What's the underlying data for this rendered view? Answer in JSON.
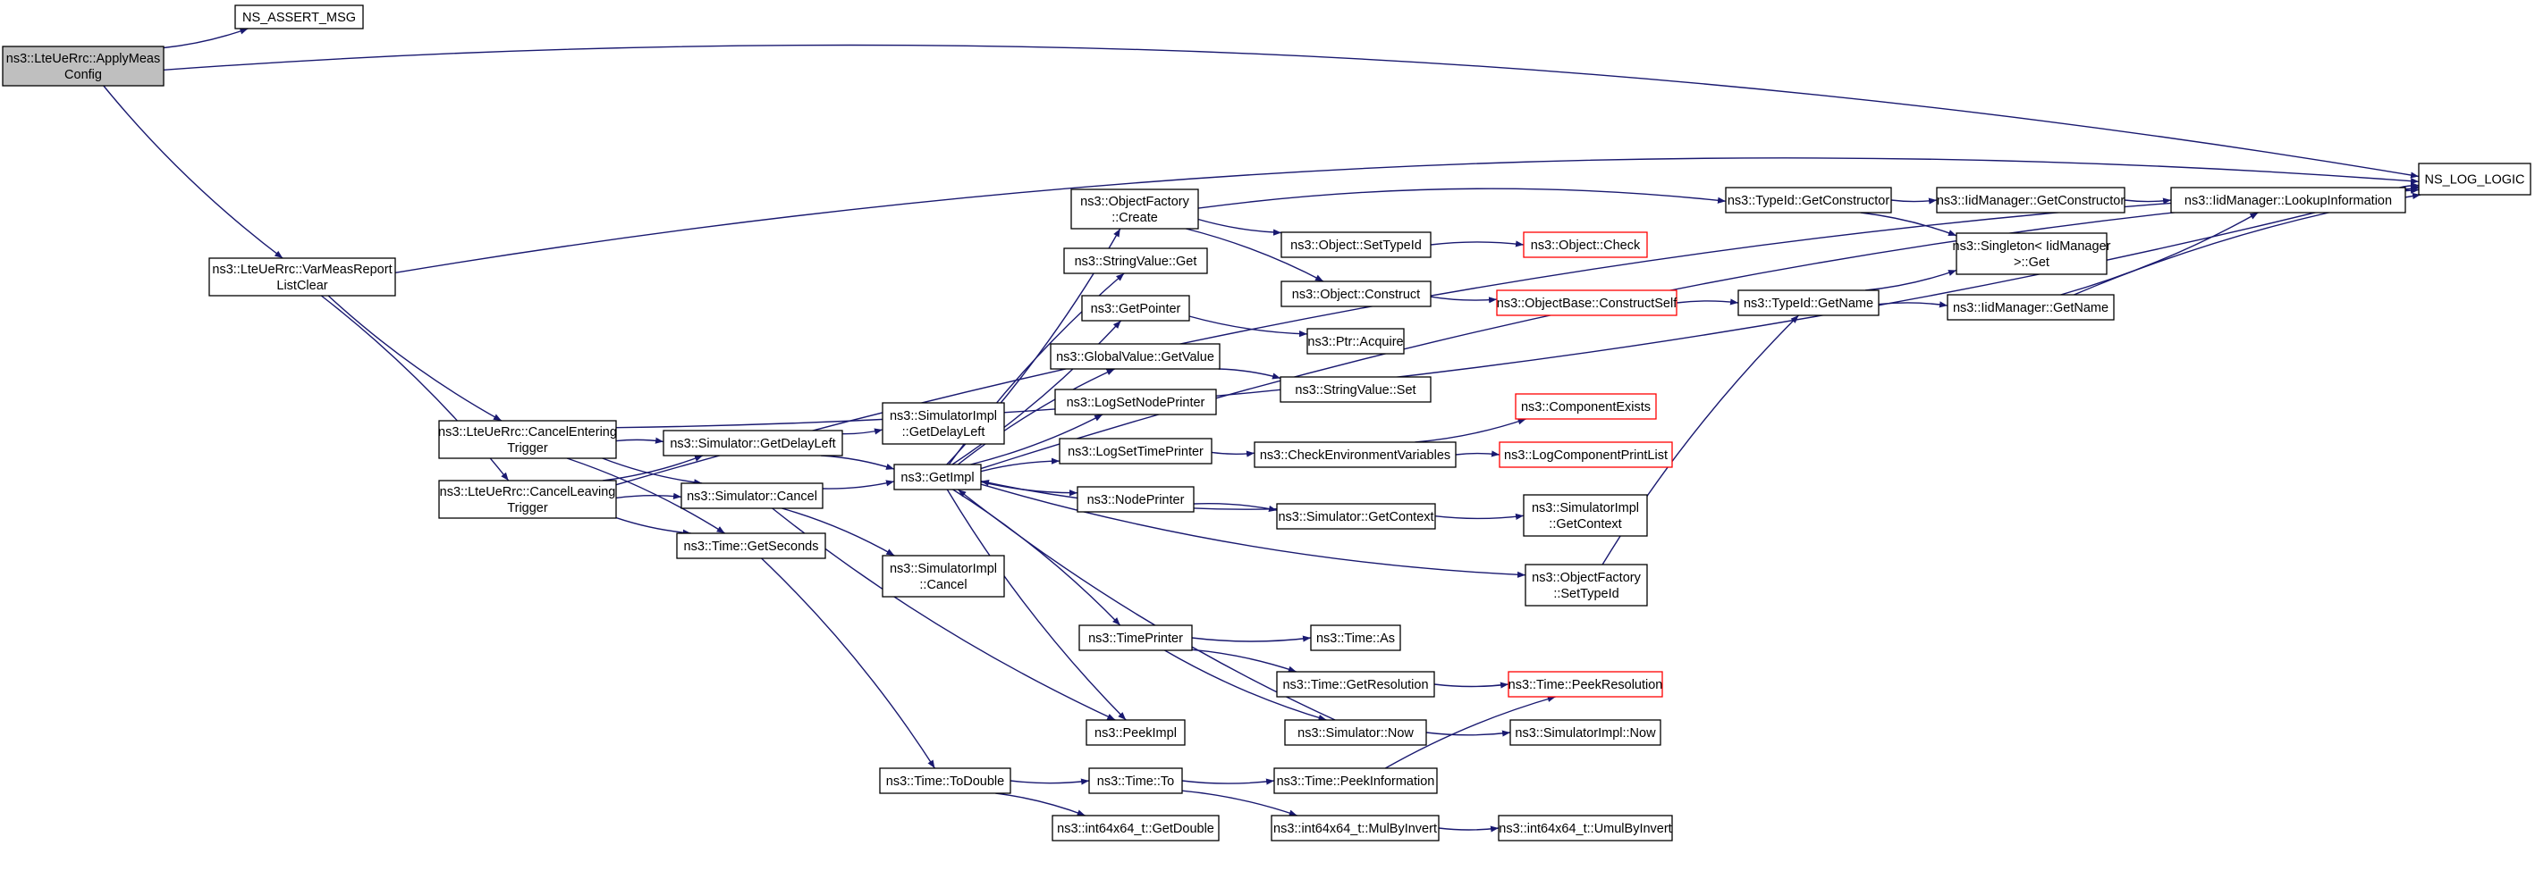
{
  "colors": {
    "edge": "#191970",
    "node_border": "#000000",
    "node_border_truncated": "#ff0000",
    "node_fill": "#ffffff",
    "root_fill": "#bfbfbf",
    "text": "#000000"
  },
  "nodes": [
    {
      "id": "apply",
      "lines": [
        "ns3::LteUeRrc::ApplyMeas",
        "Config"
      ],
      "root": true
    },
    {
      "id": "assert",
      "lines": [
        "NS_ASSERT_MSG"
      ]
    },
    {
      "id": "log",
      "lines": [
        "NS_LOG_LOGIC"
      ]
    },
    {
      "id": "varmeas",
      "lines": [
        "ns3::LteUeRrc::VarMeasReport",
        "ListClear"
      ]
    },
    {
      "id": "cancelEnter",
      "lines": [
        "ns3::LteUeRrc::CancelEntering",
        "Trigger"
      ]
    },
    {
      "id": "cancelLeave",
      "lines": [
        "ns3::LteUeRrc::CancelLeaving",
        "Trigger"
      ]
    },
    {
      "id": "getDelayLeft",
      "lines": [
        "ns3::Simulator::GetDelayLeft"
      ]
    },
    {
      "id": "simCancel",
      "lines": [
        "ns3::Simulator::Cancel"
      ]
    },
    {
      "id": "getSeconds",
      "lines": [
        "ns3::Time::GetSeconds"
      ]
    },
    {
      "id": "implDelay",
      "lines": [
        "ns3::SimulatorImpl",
        "::GetDelayLeft"
      ]
    },
    {
      "id": "getImpl",
      "lines": [
        "ns3::GetImpl"
      ]
    },
    {
      "id": "implCancel",
      "lines": [
        "ns3::SimulatorImpl",
        "::Cancel"
      ]
    },
    {
      "id": "toDouble",
      "lines": [
        "ns3::Time::ToDouble"
      ]
    },
    {
      "id": "factCreate",
      "lines": [
        "ns3::ObjectFactory",
        "::Create"
      ]
    },
    {
      "id": "strGet",
      "lines": [
        "ns3::StringValue::Get"
      ]
    },
    {
      "id": "getPointer",
      "lines": [
        "ns3::GetPointer"
      ]
    },
    {
      "id": "globalGet",
      "lines": [
        "ns3::GlobalValue::GetValue"
      ]
    },
    {
      "id": "logNode",
      "lines": [
        "ns3::LogSetNodePrinter"
      ]
    },
    {
      "id": "logTime",
      "lines": [
        "ns3::LogSetTimePrinter"
      ]
    },
    {
      "id": "nodePrinter",
      "lines": [
        "ns3::NodePrinter"
      ]
    },
    {
      "id": "timePrinter",
      "lines": [
        "ns3::TimePrinter"
      ]
    },
    {
      "id": "peekImpl",
      "lines": [
        "ns3::PeekImpl"
      ]
    },
    {
      "id": "timeTo",
      "lines": [
        "ns3::Time::To"
      ]
    },
    {
      "id": "getDouble",
      "lines": [
        "ns3::int64x64_t::GetDouble"
      ]
    },
    {
      "id": "setTypeId",
      "lines": [
        "ns3::Object::SetTypeId"
      ]
    },
    {
      "id": "objConstruct",
      "lines": [
        "ns3::Object::Construct"
      ]
    },
    {
      "id": "ptrAcquire",
      "lines": [
        "ns3::Ptr::Acquire"
      ]
    },
    {
      "id": "strSet",
      "lines": [
        "ns3::StringValue::Set"
      ]
    },
    {
      "id": "checkEnv",
      "lines": [
        "ns3::CheckEnvironmentVariables"
      ]
    },
    {
      "id": "getContext",
      "lines": [
        "ns3::Simulator::GetContext"
      ]
    },
    {
      "id": "timeAs",
      "lines": [
        "ns3::Time::As"
      ]
    },
    {
      "id": "getRes",
      "lines": [
        "ns3::Time::GetResolution"
      ]
    },
    {
      "id": "simNow",
      "lines": [
        "ns3::Simulator::Now"
      ]
    },
    {
      "id": "peekInfo",
      "lines": [
        "ns3::Time::PeekInformation"
      ]
    },
    {
      "id": "mulByInv",
      "lines": [
        "ns3::int64x64_t::MulByInvert"
      ]
    },
    {
      "id": "objCheck",
      "lines": [
        "ns3::Object::Check"
      ],
      "truncated": true
    },
    {
      "id": "constructSelf",
      "lines": [
        "ns3::ObjectBase::ConstructSelf"
      ],
      "truncated": true
    },
    {
      "id": "compExists",
      "lines": [
        "ns3::ComponentExists"
      ],
      "truncated": true
    },
    {
      "id": "logCompPrint",
      "lines": [
        "ns3::LogComponentPrintList"
      ],
      "truncated": true
    },
    {
      "id": "implContext",
      "lines": [
        "ns3::SimulatorImpl",
        "::GetContext"
      ]
    },
    {
      "id": "factSetTypeId",
      "lines": [
        "ns3::ObjectFactory",
        "::SetTypeId"
      ]
    },
    {
      "id": "peekRes",
      "lines": [
        "ns3::Time::PeekResolution"
      ],
      "truncated": true
    },
    {
      "id": "implNow",
      "lines": [
        "ns3::SimulatorImpl::Now"
      ]
    },
    {
      "id": "umulByInv",
      "lines": [
        "ns3::int64x64_t::UmulByInvert"
      ]
    },
    {
      "id": "typeGetCtor",
      "lines": [
        "ns3::TypeId::GetConstructor"
      ]
    },
    {
      "id": "typeGetName",
      "lines": [
        "ns3::TypeId::GetName"
      ]
    },
    {
      "id": "iidGetCtor",
      "lines": [
        "ns3::IidManager::GetConstructor"
      ]
    },
    {
      "id": "singletonGet",
      "lines": [
        "ns3::Singleton< IidManager",
        ">::Get"
      ]
    },
    {
      "id": "iidGetName",
      "lines": [
        "ns3::IidManager::GetName"
      ]
    },
    {
      "id": "iidLookup",
      "lines": [
        "ns3::IidManager::LookupInformation"
      ]
    }
  ],
  "edges": [
    [
      "apply",
      "assert"
    ],
    [
      "apply",
      "log"
    ],
    [
      "apply",
      "varmeas"
    ],
    [
      "varmeas",
      "log"
    ],
    [
      "varmeas",
      "cancelEnter"
    ],
    [
      "varmeas",
      "cancelLeave"
    ],
    [
      "cancelEnter",
      "log"
    ],
    [
      "cancelEnter",
      "getDelayLeft"
    ],
    [
      "cancelEnter",
      "simCancel"
    ],
    [
      "cancelEnter",
      "getSeconds"
    ],
    [
      "cancelLeave",
      "getDelayLeft"
    ],
    [
      "cancelLeave",
      "simCancel"
    ],
    [
      "cancelLeave",
      "getSeconds"
    ],
    [
      "cancelLeave",
      "log"
    ],
    [
      "getDelayLeft",
      "implDelay"
    ],
    [
      "getDelayLeft",
      "getImpl"
    ],
    [
      "simCancel",
      "getImpl"
    ],
    [
      "simCancel",
      "implCancel"
    ],
    [
      "simCancel",
      "peekImpl"
    ],
    [
      "getSeconds",
      "toDouble"
    ],
    [
      "getImpl",
      "factCreate"
    ],
    [
      "getImpl",
      "strGet"
    ],
    [
      "getImpl",
      "getPointer"
    ],
    [
      "getImpl",
      "globalGet"
    ],
    [
      "getImpl",
      "logNode"
    ],
    [
      "getImpl",
      "logTime"
    ],
    [
      "getImpl",
      "nodePrinter"
    ],
    [
      "getImpl",
      "timePrinter"
    ],
    [
      "getImpl",
      "peekImpl"
    ],
    [
      "getImpl",
      "log"
    ],
    [
      "getImpl",
      "factSetTypeId"
    ],
    [
      "factCreate",
      "typeGetCtor"
    ],
    [
      "factCreate",
      "setTypeId"
    ],
    [
      "factCreate",
      "objConstruct"
    ],
    [
      "getPointer",
      "ptrAcquire"
    ],
    [
      "globalGet",
      "strSet"
    ],
    [
      "logTime",
      "checkEnv"
    ],
    [
      "nodePrinter",
      "getContext"
    ],
    [
      "timePrinter",
      "timeAs"
    ],
    [
      "timePrinter",
      "getRes"
    ],
    [
      "timePrinter",
      "simNow"
    ],
    [
      "simNow",
      "getImpl"
    ],
    [
      "simNow",
      "implNow"
    ],
    [
      "getContext",
      "getImpl"
    ],
    [
      "getContext",
      "implContext"
    ],
    [
      "setTypeId",
      "objCheck"
    ],
    [
      "objConstruct",
      "constructSelf"
    ],
    [
      "constructSelf",
      "typeGetName"
    ],
    [
      "checkEnv",
      "compExists"
    ],
    [
      "checkEnv",
      "logCompPrint"
    ],
    [
      "getRes",
      "peekRes"
    ],
    [
      "peekInfo",
      "peekRes"
    ],
    [
      "toDouble",
      "timeTo"
    ],
    [
      "toDouble",
      "getDouble"
    ],
    [
      "timeTo",
      "peekInfo"
    ],
    [
      "timeTo",
      "mulByInv"
    ],
    [
      "mulByInv",
      "umulByInv"
    ],
    [
      "factSetTypeId",
      "typeGetName"
    ],
    [
      "typeGetCtor",
      "iidGetCtor"
    ],
    [
      "typeGetCtor",
      "singletonGet"
    ],
    [
      "typeGetName",
      "singletonGet"
    ],
    [
      "typeGetName",
      "iidGetName"
    ],
    [
      "iidGetCtor",
      "iidLookup"
    ],
    [
      "iidLookup",
      "log"
    ],
    [
      "iidGetName",
      "iidLookup"
    ],
    [
      "iidGetName",
      "log"
    ]
  ]
}
